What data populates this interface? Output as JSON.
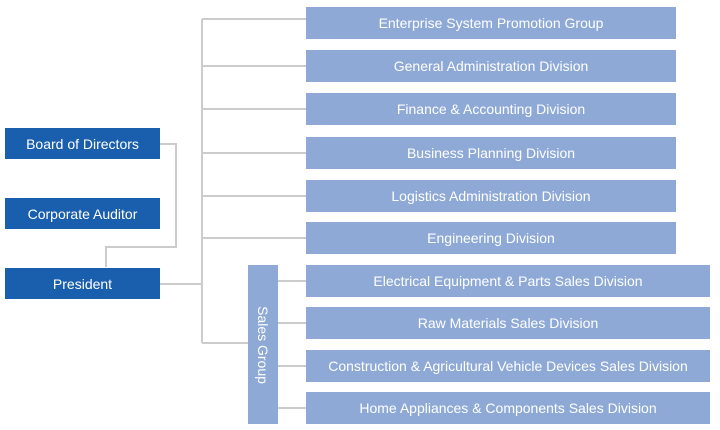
{
  "left_boxes": {
    "board": "Board of Directors",
    "auditor": "Corporate Auditor",
    "president": "President"
  },
  "divisions": [
    "Enterprise System Promotion Group",
    "General Administration Division",
    "Finance & Accounting Division",
    "Business Planning Division",
    "Logistics Administration Division",
    "Engineering Division"
  ],
  "sales_group": {
    "label": "Sales Group",
    "divisions": [
      "Electrical Equipment & Parts Sales Division",
      "Raw Materials Sales Division",
      "Construction & Agricultural Vehicle Devices Sales Division",
      "Home Appliances & Components Sales Division"
    ]
  },
  "colors": {
    "dark_box": "#1a5fae",
    "light_box": "#8ea9d6",
    "connector": "#cccccc"
  }
}
